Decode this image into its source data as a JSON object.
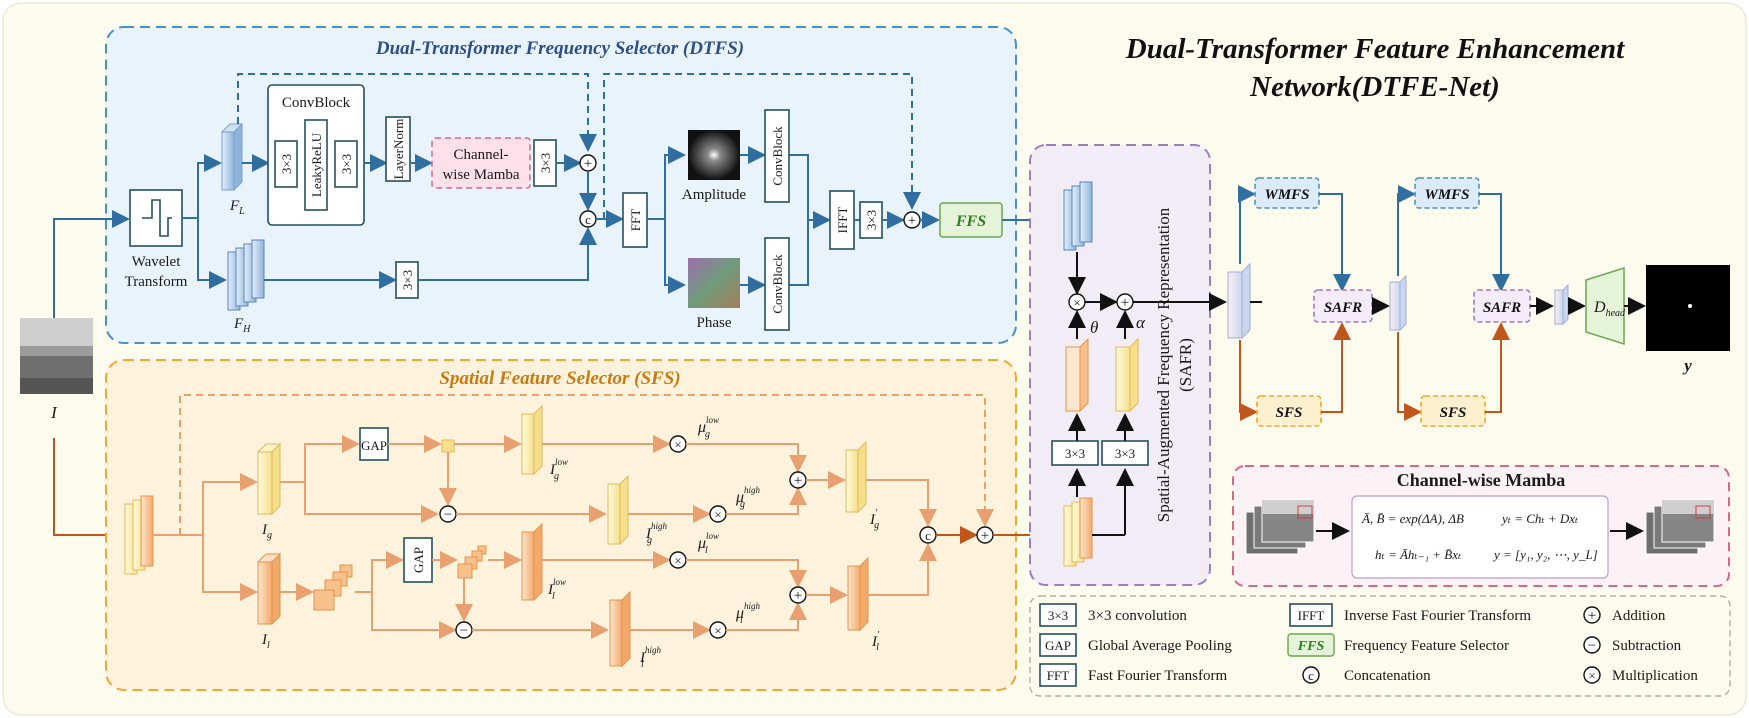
{
  "title": {
    "line1": "Dual-Transformer Feature Enhancement",
    "line2": "Network(DTFE-Net)"
  },
  "dtfs": {
    "title": "Dual-Transformer Frequency Selector (DTFS)",
    "wavelet_l1": "Wavelet",
    "wavelet_l2": "Transform",
    "fl": "F",
    "fl_sub": "L",
    "fh": "F",
    "fh_sub": "H",
    "convblock": "ConvBlock",
    "c3a": "3×3",
    "leaky": "LeakyReLU",
    "c3b": "3×3",
    "layernorm": "LayerNorm",
    "mamba_l1": "Channel-",
    "mamba_l2": "wise Mamba",
    "c3c": "3×3",
    "c3d": "3×3",
    "fft": "FFT",
    "amplitude": "Amplitude",
    "phase": "Phase",
    "convblock_amp": "ConvBlock",
    "convblock_phase": "ConvBlock",
    "ifft": "IFFT",
    "c3e": "3×3",
    "ffs": "FFS",
    "concat": "c",
    "plus": "+"
  },
  "input_label": "I",
  "sfs": {
    "title": "Spatial Feature Selector (SFS)",
    "gap1": "GAP",
    "gap2": "GAP",
    "ig": "I",
    "ig_sub": "g",
    "il": "I",
    "il_sub": "l",
    "iglow": "I",
    "iglow_sub": "g",
    "iglow_sup": "low",
    "ighigh": "I",
    "ighigh_sub": "g",
    "ighigh_sup": "high",
    "illow": "I",
    "illow_sub": "l",
    "illow_sup": "low",
    "ilhigh": "I",
    "ilhigh_sub": "l",
    "ilhigh_sup": "high",
    "mu_g_low": "μ",
    "mu_g_low_sub": "g",
    "mu_g_low_sup": "low",
    "mu_g_high": "μ",
    "mu_g_high_sub": "g",
    "mu_g_high_sup": "high",
    "mu_l_low": "μ",
    "mu_l_low_sub": "l",
    "mu_l_low_sup": "low",
    "mu_l_high": "μ",
    "mu_l_high_sub": "l",
    "mu_l_high_sup": "high",
    "igp": "I",
    "igp_sub": "g",
    "igp_sup": "'",
    "ilp": "I",
    "ilp_sub": "l",
    "ilp_sup": "'"
  },
  "safr": {
    "l1": "Spatial-Augmented Frequency Representation",
    "l2": "(SAFR)",
    "c3a": "3×3",
    "c3b": "3×3",
    "theta": "θ",
    "alpha": "α"
  },
  "pipeline": {
    "wmfs1": "WMFS",
    "wmfs2": "WMFS",
    "safr1": "SAFR",
    "safr2": "SAFR",
    "sfs1": "SFS",
    "sfs2": "SFS",
    "dhead": "D",
    "dhead_sub": "head",
    "output": "y"
  },
  "mamba_panel": {
    "title": "Channel-wise Mamba",
    "eq1a": "Ā, B̄ = exp(ΔA), ΔB",
    "eq1b": "yₜ = Chₜ + Dxₜ",
    "eq2a": "hₜ = Āhₜ₋₁ + B̄xₜ",
    "eq2b": "y = [y₁, y₂, ⋯, y_L]"
  },
  "legend": [
    {
      "key": "3×3",
      "label": "3×3 convolution"
    },
    {
      "key": "GAP",
      "label": "Global Average Pooling"
    },
    {
      "key": "FFT",
      "label": "Fast Fourier Transform"
    },
    {
      "key": "IFFT",
      "label": "Inverse Fast Fourier Transform"
    },
    {
      "key": "FFS",
      "label": "Frequency Feature Selector"
    },
    {
      "key": "c",
      "label": "Concatenation"
    },
    {
      "key": "+",
      "label": "Addition"
    },
    {
      "key": "−",
      "label": "Subtraction"
    },
    {
      "key": "×",
      "label": "Multiplication"
    }
  ],
  "colors": {
    "bg": "#fdfaee",
    "dtfs_bg": "#e9f3fb",
    "sfs_bg": "#fdf3dc",
    "safr_bg": "#f2ecf7",
    "mamba_bg": "#fcf1f5",
    "blue": "#2f6e9e",
    "orange": "#e8a070",
    "dark_orange": "#c0561c",
    "ffs_fill": "#e5f3d9"
  }
}
